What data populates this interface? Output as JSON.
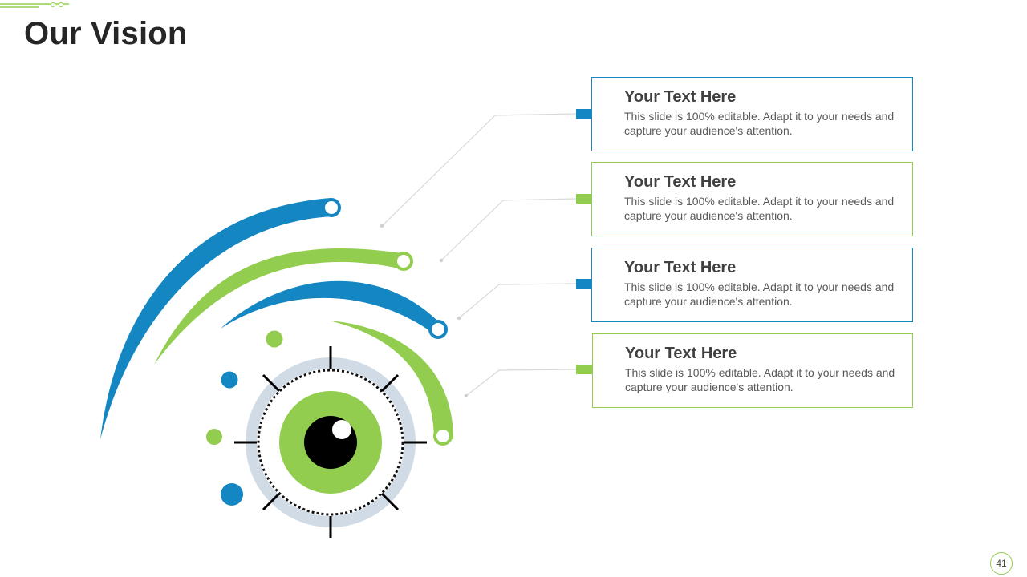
{
  "slide": {
    "title": "Our Vision",
    "page_number": "41"
  },
  "cards": [
    {
      "heading": "Your  Text Here",
      "body": "This slide is 100% editable. Adapt it to your needs and capture your audience's attention.",
      "color": "#1486c1"
    },
    {
      "heading": "Your  Text Here",
      "body": "This slide is 100% editable. Adapt it to your needs and capture your audience's attention.",
      "color": "#92cd4f"
    },
    {
      "heading": "Your  Text Here",
      "body": "This slide is 100% editable. Adapt it to your needs and capture your audience's attention.",
      "color": "#1486c1"
    },
    {
      "heading": "Your  Text Here",
      "body": "This slide is 100% editable. Adapt it to your needs and capture your audience's attention.",
      "color": "#92cd4f"
    }
  ],
  "theme": {
    "blue": "#1486c1",
    "green": "#92cd4f",
    "text_dark": "#262626",
    "text_body": "#595959",
    "eye_ring": "#d1dbe6"
  },
  "icons": [
    "eye-icon",
    "top-left-accent-lines"
  ]
}
